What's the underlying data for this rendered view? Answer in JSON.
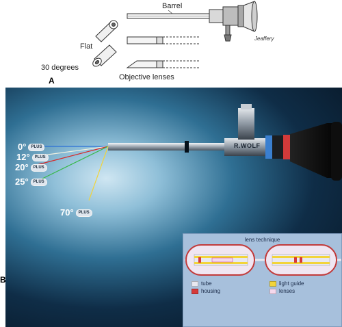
{
  "panel_a": {
    "letter": "A",
    "labels": {
      "barrel": "Barrel",
      "flat": "Flat",
      "degrees": "30 degrees",
      "objective": "Objective lenses",
      "signature": "Jeaffery"
    }
  },
  "panel_b": {
    "letter": "B",
    "angles": [
      {
        "label": "0°",
        "badge": "PLUS",
        "color": "#2a6fd6"
      },
      {
        "label": "12°",
        "badge": "PLUS",
        "color": "#f0f0e0"
      },
      {
        "label": "20°",
        "badge": "PLUS",
        "color": "#d62a2a"
      },
      {
        "label": "25°",
        "badge": "PLUS",
        "color": "#38b84a"
      },
      {
        "label": "70°",
        "badge": "PLUS",
        "color": "#f2d43a"
      }
    ],
    "brand": "R.WOLF",
    "inset": {
      "title": "lens technique",
      "legend": [
        {
          "label": "tube",
          "color": "#e8e8f0"
        },
        {
          "label": "housing",
          "color": "#d63a3a"
        },
        {
          "label": "light guide",
          "color": "#f2d43a"
        },
        {
          "label": "lenses",
          "color": "#f4d8ec"
        }
      ]
    }
  }
}
